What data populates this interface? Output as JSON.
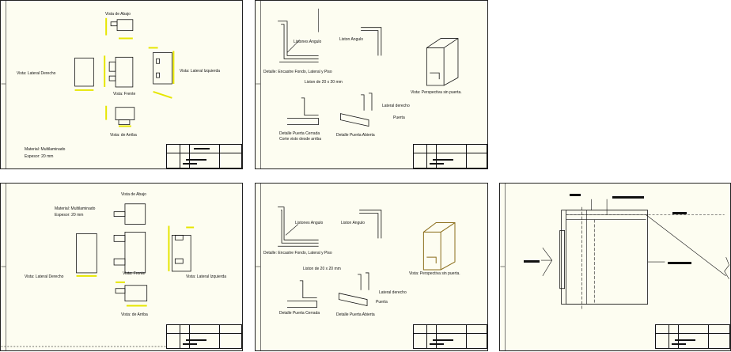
{
  "sheets": [
    {
      "id": "sheet-1",
      "labels": {
        "vista_abajo": "Vista de Abajo",
        "vista_lateral_derecho": "Vista: Lateral Derecho",
        "vista_lateral_izquierda": "Vista: Lateral Izquierda",
        "vista_frente": "Vista: Frente",
        "vista_arriba": "Vista: de Arriba",
        "material": "Material: Multilaminado",
        "espesor": "Espesor: 20 mm"
      }
    },
    {
      "id": "sheet-2",
      "labels": {
        "listones_angulo": "Listones Angulo",
        "liston_angulo": "Liston Angulo",
        "detalle_encastre": "Detalle: Encastre Fondo, Lateral y Piso",
        "liston_20x20": "Liston de 20 x 20 mm",
        "vista_perspectiva": "Vista: Perspectiva sin puerta.",
        "lateral_derecho": "Lateral derecho",
        "puerta": "Puerta",
        "detalle_puerta_cerrada": "Detalle Puerta Cerrada",
        "corte_visto": "Corte visto desde arriba",
        "detalle_puerta_abierta": "Detalle Puerta Abierta"
      }
    },
    {
      "id": "sheet-3",
      "labels": {
        "vista_abajo": "Vista de Abajo",
        "material": "Material: Multilaminado",
        "espesor": "Espesor: 20 mm",
        "vista_lateral_derecho": "Vista: Lateral Derecho",
        "vista_frente": "Vista: Frente",
        "vista_lateral_izquierda": "Vista: Lateral Izquierda",
        "vista_arriba": "Vista: de Arriba"
      }
    },
    {
      "id": "sheet-4",
      "labels": {
        "listones_angulo": "Listones Angulo",
        "liston_angulo": "Liston Angulo",
        "detalle_encastre": "Detalle: Encastre Fondo, Lateral y Piso",
        "liston_20x20": "Liston de 20 x 20 mm",
        "vista_perspectiva": "Vista: Perspectiva sin puerta.",
        "lateral_derecho": "Lateral derecho",
        "puerta": "Puerta",
        "detalle_puerta_cerrada": "Detalle Puerta Cerrada",
        "detalle_puerta_abierta": "Detalle Puerta Abierta"
      }
    },
    {
      "id": "sheet-5",
      "labels": {}
    }
  ],
  "colors": {
    "paper": "#fdfdf1",
    "line": "#111111",
    "dimension": "#e6e600",
    "perspective_outline": "#8a6d1a"
  }
}
